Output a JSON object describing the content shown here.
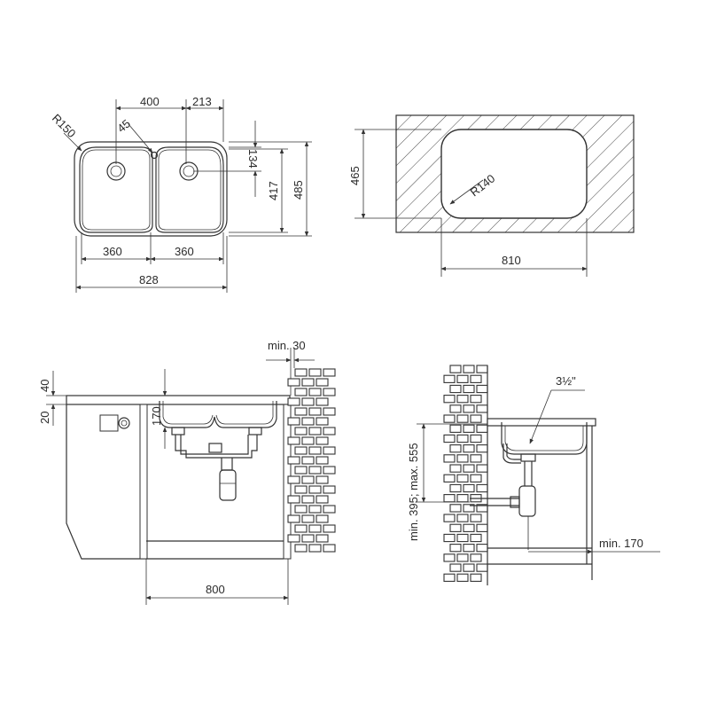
{
  "top_view": {
    "dim_400": "400",
    "dim_213": "213",
    "dim_45": "45",
    "dim_r150": "R150",
    "dim_134": "134",
    "dim_417": "417",
    "dim_485": "485",
    "dim_360_left": "360",
    "dim_360_right": "360",
    "dim_828": "828"
  },
  "cutout_view": {
    "dim_465": "465",
    "dim_r140": "R140",
    "dim_810": "810"
  },
  "front_view": {
    "dim_min30": "min. 30",
    "dim_40": "40",
    "dim_20": "20",
    "dim_170": "170",
    "dim_800": "800"
  },
  "side_view": {
    "dim_three_half": "3½\"",
    "dim_min_max": "min. 395; max. 555",
    "dim_min170": "min. 170"
  }
}
